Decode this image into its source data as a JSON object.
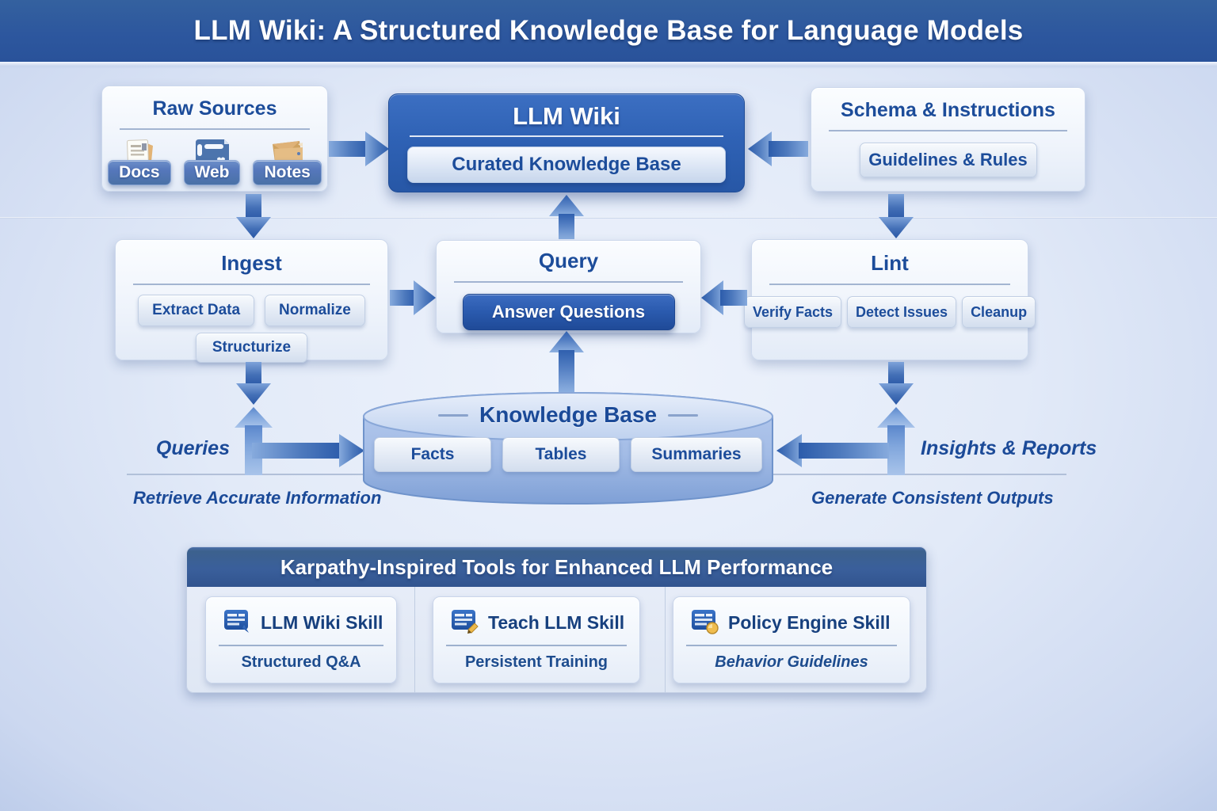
{
  "header": {
    "title_strong": "LLM Wiki:",
    "title_rest": " A Structured Knowledge Base for Language Models"
  },
  "raw_sources": {
    "title": "Raw Sources",
    "items": [
      {
        "label": "Docs",
        "icon": "docs-icon"
      },
      {
        "label": "Web",
        "icon": "web-icon"
      },
      {
        "label": "Notes",
        "icon": "notes-icon"
      }
    ]
  },
  "llm_wiki": {
    "title": "LLM Wiki",
    "subtitle": "Curated Knowledge Base"
  },
  "schema": {
    "title": "Schema & Instructions",
    "subtitle": "Guidelines & Rules"
  },
  "ingest": {
    "title": "Ingest",
    "chips": [
      "Extract Data",
      "Normalize",
      "Structurize"
    ]
  },
  "query": {
    "title": "Query",
    "button": "Answer Questions"
  },
  "lint": {
    "title": "Lint",
    "chips": [
      "Verify Facts",
      "Detect Issues",
      "Cleanup"
    ]
  },
  "knowledge_base": {
    "title": "Knowledge Base",
    "chips": [
      "Facts",
      "Tables",
      "Summaries"
    ]
  },
  "left_flow": {
    "label": "Queries",
    "caption": "Retrieve Accurate Information"
  },
  "right_flow": {
    "label": "Insights & Reports",
    "caption": "Generate Consistent Outputs"
  },
  "tools": {
    "title": "Karpathy-Inspired Tools for Enhanced LLM Performance",
    "cards": [
      {
        "title": "LLM Wiki Skill",
        "subtitle": "Structured Q&A",
        "icon": "wiki-skill-icon"
      },
      {
        "title": "Teach LLM Skill",
        "subtitle": "Persistent Training",
        "icon": "teach-skill-icon"
      },
      {
        "title": "Policy Engine Skill",
        "subtitle": "Behavior Guidelines",
        "icon": "policy-skill-icon"
      }
    ]
  },
  "colors": {
    "header_bg": "#2d579e",
    "accent_blue": "#2f62b5",
    "dark_text": "#1c4c9a",
    "arrow_blue": "#3f6cb4",
    "cylinder": "#a9c1e8",
    "tools_header_bg": "#3a5f9b"
  }
}
